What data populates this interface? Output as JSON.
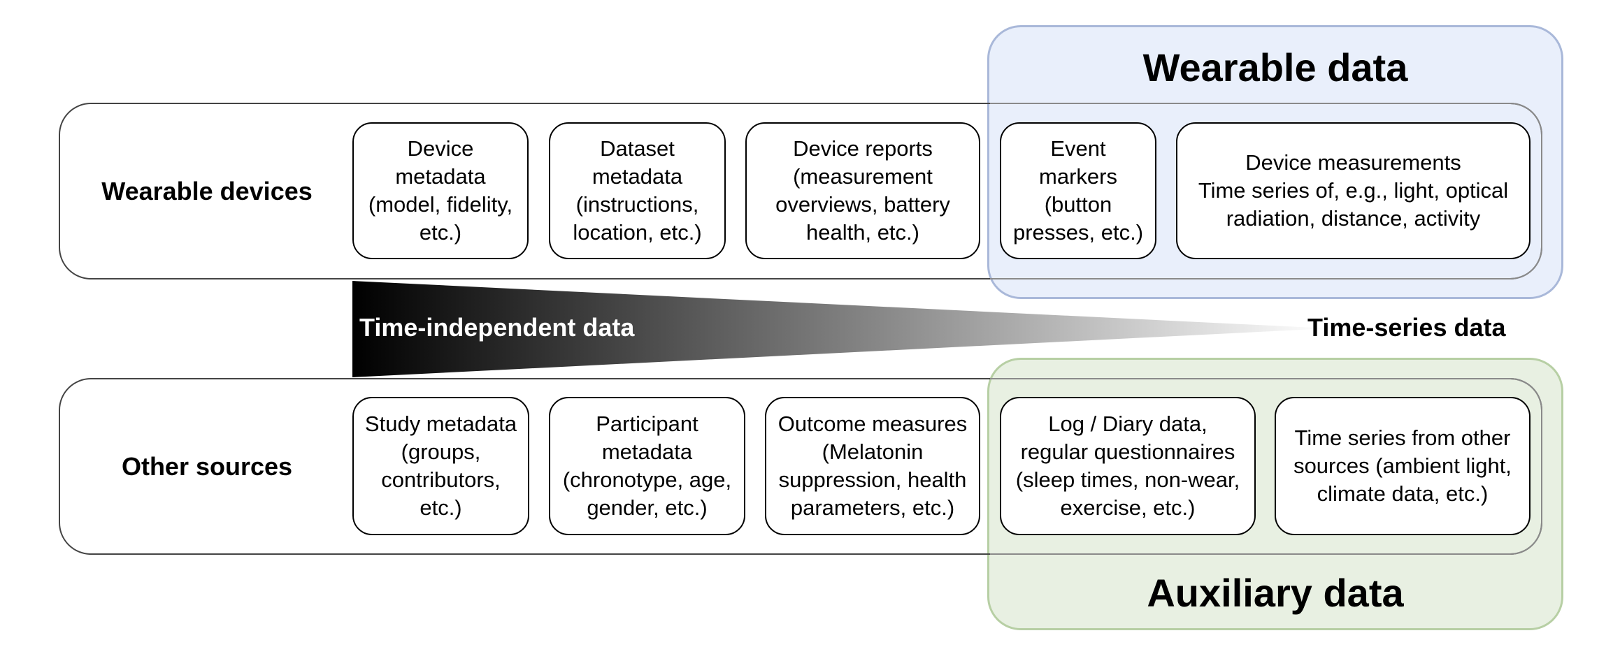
{
  "regions": {
    "wearable_title": "Wearable data",
    "auxiliary_title": "Auxiliary data"
  },
  "rows": {
    "wearable_label": "Wearable devices",
    "other_label": "Other sources"
  },
  "wearable_cards": [
    {
      "text": "Device\nmetadata\n(model, fidelity,\netc.)"
    },
    {
      "text": "Dataset\nmetadata\n(instructions,\nlocation, etc.)"
    },
    {
      "text": "Device reports\n(measurement\noverviews, battery\nhealth, etc.)"
    },
    {
      "text": "Event\nmarkers\n(button\npresses, etc.)"
    },
    {
      "text": "Device measurements\nTime series of, e.g., light, optical\nradiation, distance, activity"
    }
  ],
  "other_cards": [
    {
      "text": "Study metadata\n(groups,\ncontributors,\netc.)"
    },
    {
      "text": "Participant\nmetadata\n(chronotype, age,\ngender, etc.)"
    },
    {
      "text": "Outcome measures\n(Melatonin\nsuppression, health\nparameters, etc.)"
    },
    {
      "text": "Log / Diary data,\nregular questionnaires\n(sleep times, non-wear,\nexercise, etc.)"
    },
    {
      "text": "Time series from other\nsources (ambient light,\nclimate data, etc.)"
    }
  ],
  "axis": {
    "left_label": "Time-independent data",
    "right_label": "Time-series data"
  },
  "colors": {
    "wearable_region_fill": "#e9effb",
    "wearable_region_border": "#a9b8d9",
    "auxiliary_region_fill": "#e8f0e2",
    "auxiliary_region_border": "#b7cfa4",
    "gradient_start": "#000000",
    "gradient_end": "#ffffff"
  }
}
